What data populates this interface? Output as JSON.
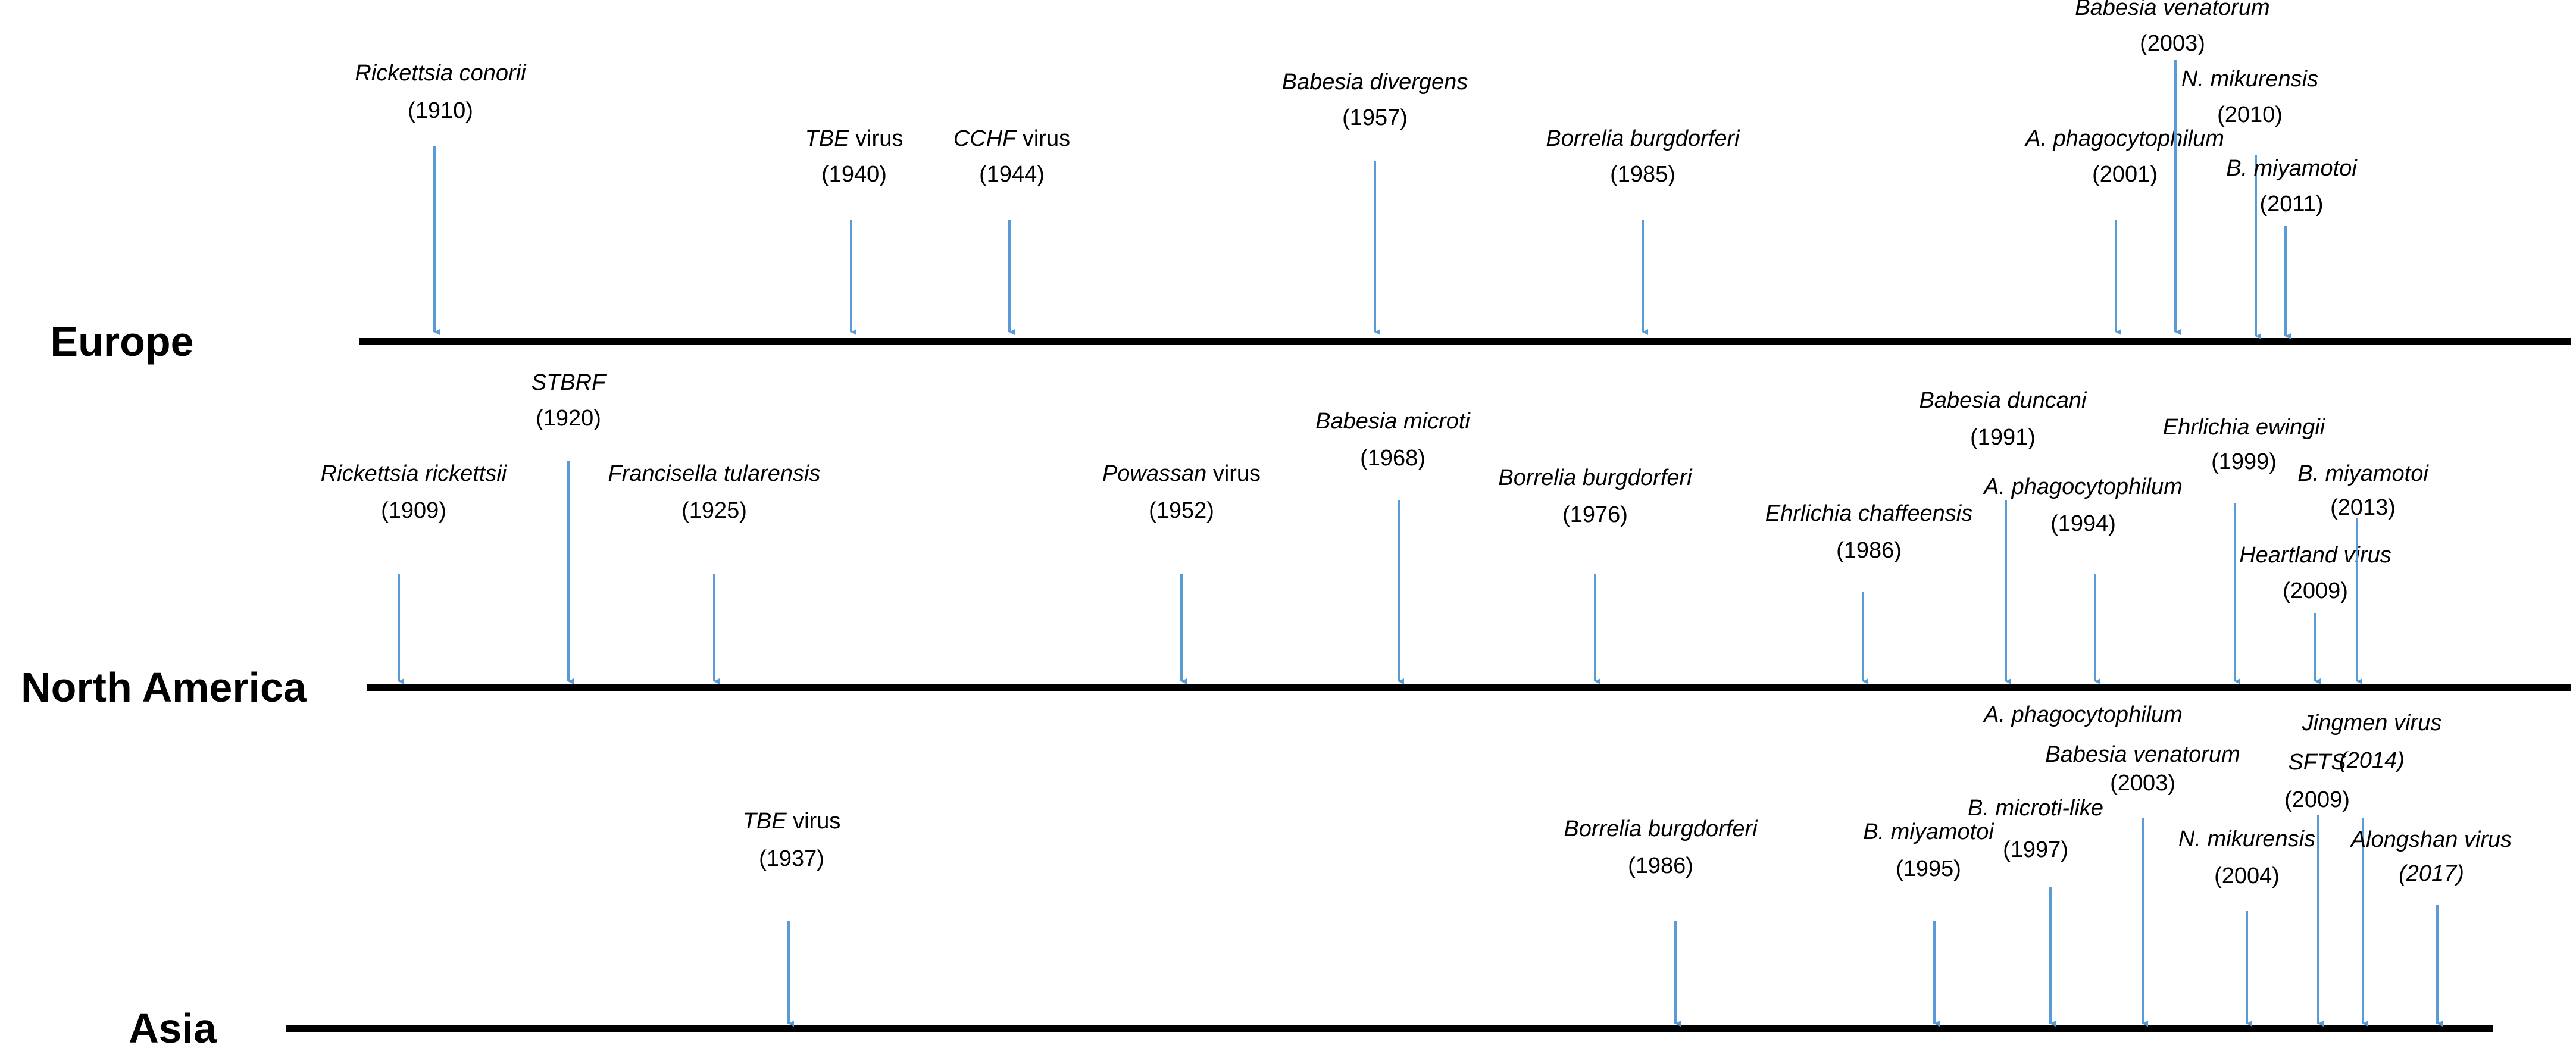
{
  "arrow_color": "#5B9BD5",
  "timeline_color": "#000000",
  "rows": [
    {
      "id": "europe",
      "label": "Europe",
      "events": [
        {
          "name": "Rickettsia  conorii",
          "suffix": "",
          "year": "(1910)"
        },
        {
          "name": "TBE",
          "suffix": " virus",
          "year": "(1940)"
        },
        {
          "name": "CCHF",
          "suffix": " virus",
          "year": "(1944)"
        },
        {
          "name": "Babesia divergens",
          "suffix": "",
          "year": "(1957)"
        },
        {
          "name": "Borrelia burgdorferi",
          "suffix": "",
          "year": "(1985)"
        },
        {
          "name": "A. phagocytophilum",
          "suffix": "",
          "year": "(2001)"
        },
        {
          "name": "Babesia venatorum",
          "suffix": "",
          "year": "(2003)"
        },
        {
          "name": "N. mikurensis",
          "suffix": "",
          "year": "(2010)"
        },
        {
          "name": "B. miyamotoi",
          "suffix": "",
          "year": "(2011)"
        }
      ]
    },
    {
      "id": "north-america",
      "label": "North America",
      "events": [
        {
          "name": "Rickettsia  rickettsii",
          "suffix": "",
          "year": "(1909)"
        },
        {
          "name": "STBRF",
          "suffix": "",
          "year": "(1920)"
        },
        {
          "name": "Francisella tularensis",
          "suffix": "",
          "year": "(1925)"
        },
        {
          "name": "Powassan",
          "suffix": " virus",
          "year": "(1952)"
        },
        {
          "name": "Babesia microti",
          "suffix": "",
          "year": "(1968)"
        },
        {
          "name": "Borrelia burgdorferi",
          "suffix": "",
          "year": "(1976)"
        },
        {
          "name": "Ehrlichia chaffeensis",
          "suffix": "",
          "year": "(1986)"
        },
        {
          "name": "Babesia duncani",
          "suffix": "",
          "year": "(1991)"
        },
        {
          "name": "A. phagocytophilum",
          "suffix": "",
          "year": "(1994)"
        },
        {
          "name": "Ehrlichia ewingii",
          "suffix": "",
          "year": "(1999)"
        },
        {
          "name": "Heartland virus",
          "suffix": "",
          "year": "(2009)"
        },
        {
          "name": "B. miyamotoi",
          "suffix": "",
          "year": "(2013)"
        }
      ]
    },
    {
      "id": "asia",
      "label": "Asia",
      "events": [
        {
          "name": "TBE",
          "suffix": " virus",
          "year": "(1937)"
        },
        {
          "name": "Borrelia burgdorferi",
          "suffix": "",
          "year": "(1986)"
        },
        {
          "name": "B. miyamotoi",
          "suffix": "",
          "year": "(1995)"
        },
        {
          "name": "B. microti-like",
          "suffix": "",
          "year": "(1997)"
        },
        {
          "name": "A. phagocytophilum",
          "suffix": "",
          "year": ""
        },
        {
          "name": "Babesia venatorum",
          "suffix": "",
          "year": "(2003)"
        },
        {
          "name": "N. mikurensis",
          "suffix": "",
          "year": "(2004)"
        },
        {
          "name": "SFTS",
          "suffix": "",
          "year": "(2009)"
        },
        {
          "name": "Jingmen virus",
          "suffix": "",
          "year": "(2014)"
        },
        {
          "name": "Alongshan virus",
          "suffix": "",
          "year": "(2017)"
        }
      ]
    }
  ]
}
